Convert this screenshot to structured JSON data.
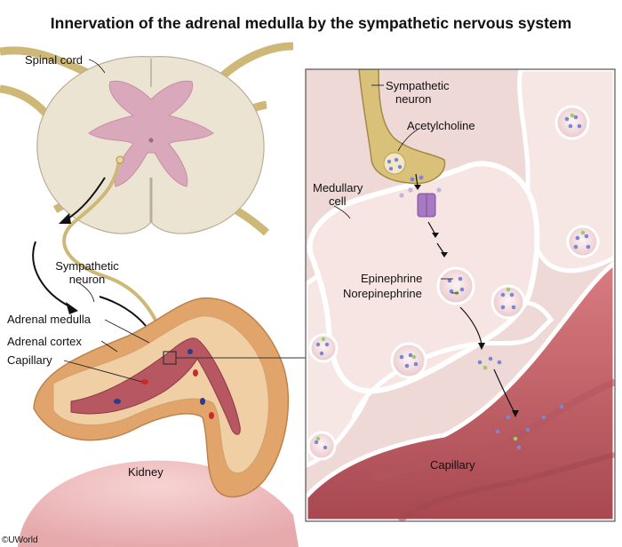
{
  "title": "Innervation of the adrenal medulla by the sympathetic nervous system",
  "labels": {
    "spinal_cord": "Spinal cord",
    "sympathetic_neuron_left_1": "Sympathetic",
    "sympathetic_neuron_left_2": "neuron",
    "adrenal_medulla": "Adrenal medulla",
    "adrenal_cortex": "Adrenal cortex",
    "capillary_left": "Capillary",
    "kidney": "Kidney",
    "sympathetic_neuron_right_1": "Sympathetic",
    "sympathetic_neuron_right_2": "neuron",
    "acetylcholine": "Acetylcholine",
    "medullary_cell_1": "Medullary",
    "medullary_cell_2": "cell",
    "epinephrine": "Epinephrine",
    "norepinephrine": "Norepinephrine",
    "capillary_right": "Capillary"
  },
  "credit": "©UWorld",
  "colors": {
    "epinephrine_granule": "#7b86d6",
    "norepinephrine_granule": "#9ccc6a",
    "neuron": "#d8c37a",
    "capillary": "#c9646a",
    "cell": "#f4dfe0"
  }
}
